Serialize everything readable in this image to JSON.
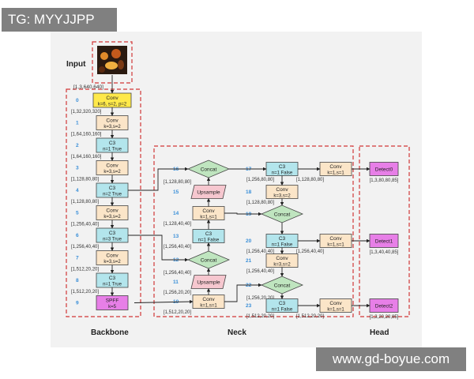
{
  "watermarks": {
    "top_left": "TG: MYYJJPP",
    "bottom_right": "www.gd-boyue.com"
  },
  "colors": {
    "conv": "#fbe5c8",
    "c3": "#b3e5ec",
    "first_conv": "#ffe94a",
    "spff": "#e77fe7",
    "upsample": "#f6c7cf",
    "concat": "#bfe5bf",
    "detect": "#e77fe7",
    "dashed_border": "#d23737",
    "arrow": "#222222",
    "index": "#3a8fd8"
  },
  "input": {
    "label": "Input",
    "shape": "[1,3,640,640]"
  },
  "sections": {
    "backbone": "Backbone",
    "neck": "Neck",
    "head": "Head"
  },
  "backbone": [
    {
      "index": "0",
      "type": "conv0",
      "line1": "Conv",
      "line2": "k=6, s=2, p=2",
      "out": "[1,32,320,320]"
    },
    {
      "index": "1",
      "type": "conv",
      "line1": "Conv",
      "line2": "k=3,s=2",
      "out": "[1,64,160,160]"
    },
    {
      "index": "2",
      "type": "c3",
      "line1": "C3",
      "line2": "n=1 True",
      "out": "[1,64,160,160]"
    },
    {
      "index": "3",
      "type": "conv",
      "line1": "Conv",
      "line2": "k=3,s=2",
      "out": "[1,128,80,80]"
    },
    {
      "index": "4",
      "type": "c3",
      "line1": "C3",
      "line2": "n=2 True",
      "out": "[1,128,80,80]"
    },
    {
      "index": "5",
      "type": "conv",
      "line1": "Conv",
      "line2": "k=3,s=2",
      "out": "[1,256,40,40]"
    },
    {
      "index": "6",
      "type": "c3",
      "line1": "C3",
      "line2": "n=3 True",
      "out": "[1,256,40,40]"
    },
    {
      "index": "7",
      "type": "conv",
      "line1": "Conv",
      "line2": "k=3,s=2",
      "out": "[1,512,20,20]"
    },
    {
      "index": "8",
      "type": "c3",
      "line1": "C3",
      "line2": "n=1 True",
      "out": "[1,512,20,20]"
    },
    {
      "index": "9",
      "type": "spff",
      "line1": "SPFF",
      "line2": "k=5",
      "out": ""
    }
  ],
  "neck_left": [
    {
      "index": "16",
      "type": "concat",
      "line1": "Concat",
      "line2": "",
      "out": "[1,128,80,80]"
    },
    {
      "index": "15",
      "type": "upsample",
      "line1": "Upsample",
      "line2": "",
      "out": ""
    },
    {
      "index": "14",
      "type": "conv",
      "line1": "Conv",
      "line2": "k=1,s=1",
      "out": "[1,128,40,40]"
    },
    {
      "index": "13",
      "type": "c3",
      "line1": "C3",
      "line2": "n=1 False",
      "out": "[1,256,40,40]"
    },
    {
      "index": "12",
      "type": "concat",
      "line1": "Concat",
      "line2": "",
      "out": "[1,256,40,40]"
    },
    {
      "index": "11",
      "type": "upsample",
      "line1": "Upsample",
      "line2": "",
      "out": "[1,256,20,20]"
    },
    {
      "index": "10",
      "type": "conv",
      "line1": "Conv",
      "line2": "k=1,s=1",
      "out": "[1,512,20,20]"
    }
  ],
  "neck_right": [
    {
      "index": "17",
      "type": "c3",
      "line1": "C3",
      "line2": "n=1 False",
      "out": "[1,256,80,80]"
    },
    {
      "index": "18",
      "type": "conv",
      "line1": "Conv",
      "line2": "k=3,s=2",
      "out": "[1,128,80,80]"
    },
    {
      "index": "19",
      "type": "concat",
      "line1": "Concat",
      "line2": "",
      "out": ""
    },
    {
      "index": "20",
      "type": "c3",
      "line1": "C3",
      "line2": "n=1 False",
      "out": "[1,256,40,40]"
    },
    {
      "index": "21",
      "type": "conv",
      "line1": "Conv",
      "line2": "k=3,s=2",
      "out": "[1,256,40,40]"
    },
    {
      "index": "22",
      "type": "concat",
      "line1": "Concat",
      "line2": "",
      "out": "[1,256,20,20]"
    },
    {
      "index": "23",
      "type": "c3",
      "line1": "C3",
      "line2": "n=1 False",
      "out": "[1,512,20,20]"
    }
  ],
  "head": [
    {
      "conv_line1": "Conv",
      "conv_line2": "k=1,s=1",
      "conv_in": "[1,128,80,80]",
      "detect": "Detect0",
      "out": "[1,3,80,80,85]"
    },
    {
      "conv_line1": "Conv",
      "conv_line2": "k=1,s=1",
      "conv_in": "[1,256,40,40]",
      "detect": "Detect1",
      "out": "[1,3,40,40,85]"
    },
    {
      "conv_line1": "Conv",
      "conv_line2": "k=1,s=1",
      "conv_in": "[1,512,20,20]",
      "detect": "Detect2",
      "out": "[1,3,20,20,85]"
    }
  ]
}
